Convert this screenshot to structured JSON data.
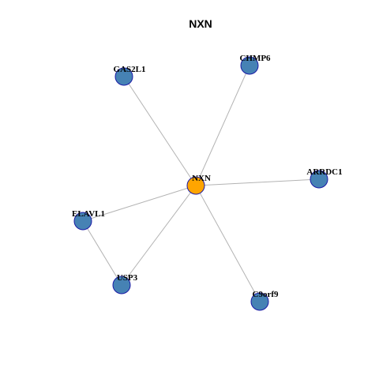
{
  "title": "NXN",
  "colors": {
    "center_node": "#FFA500",
    "neighbor_node": "#4682B4",
    "node_border": "#1A1AA6",
    "edge": "#B3B3B3"
  },
  "nodes": [
    {
      "id": "NXN",
      "label": "NXN",
      "role": "center"
    },
    {
      "id": "GAS2L1",
      "label": "GAS2L1",
      "role": "neighbor"
    },
    {
      "id": "CHMP6",
      "label": "CHMP6",
      "role": "neighbor"
    },
    {
      "id": "ARRDC1",
      "label": "ARRDC1",
      "role": "neighbor"
    },
    {
      "id": "ELAVL1",
      "label": "ELAVL1",
      "role": "neighbor"
    },
    {
      "id": "USP3",
      "label": "USP3",
      "role": "neighbor"
    },
    {
      "id": "C9orf9",
      "label": "C9orf9",
      "role": "neighbor"
    }
  ],
  "edges": [
    {
      "source": "NXN",
      "target": "GAS2L1"
    },
    {
      "source": "NXN",
      "target": "CHMP6"
    },
    {
      "source": "NXN",
      "target": "ARRDC1"
    },
    {
      "source": "NXN",
      "target": "ELAVL1"
    },
    {
      "source": "NXN",
      "target": "USP3"
    },
    {
      "source": "NXN",
      "target": "C9orf9"
    },
    {
      "source": "ELAVL1",
      "target": "USP3"
    }
  ]
}
